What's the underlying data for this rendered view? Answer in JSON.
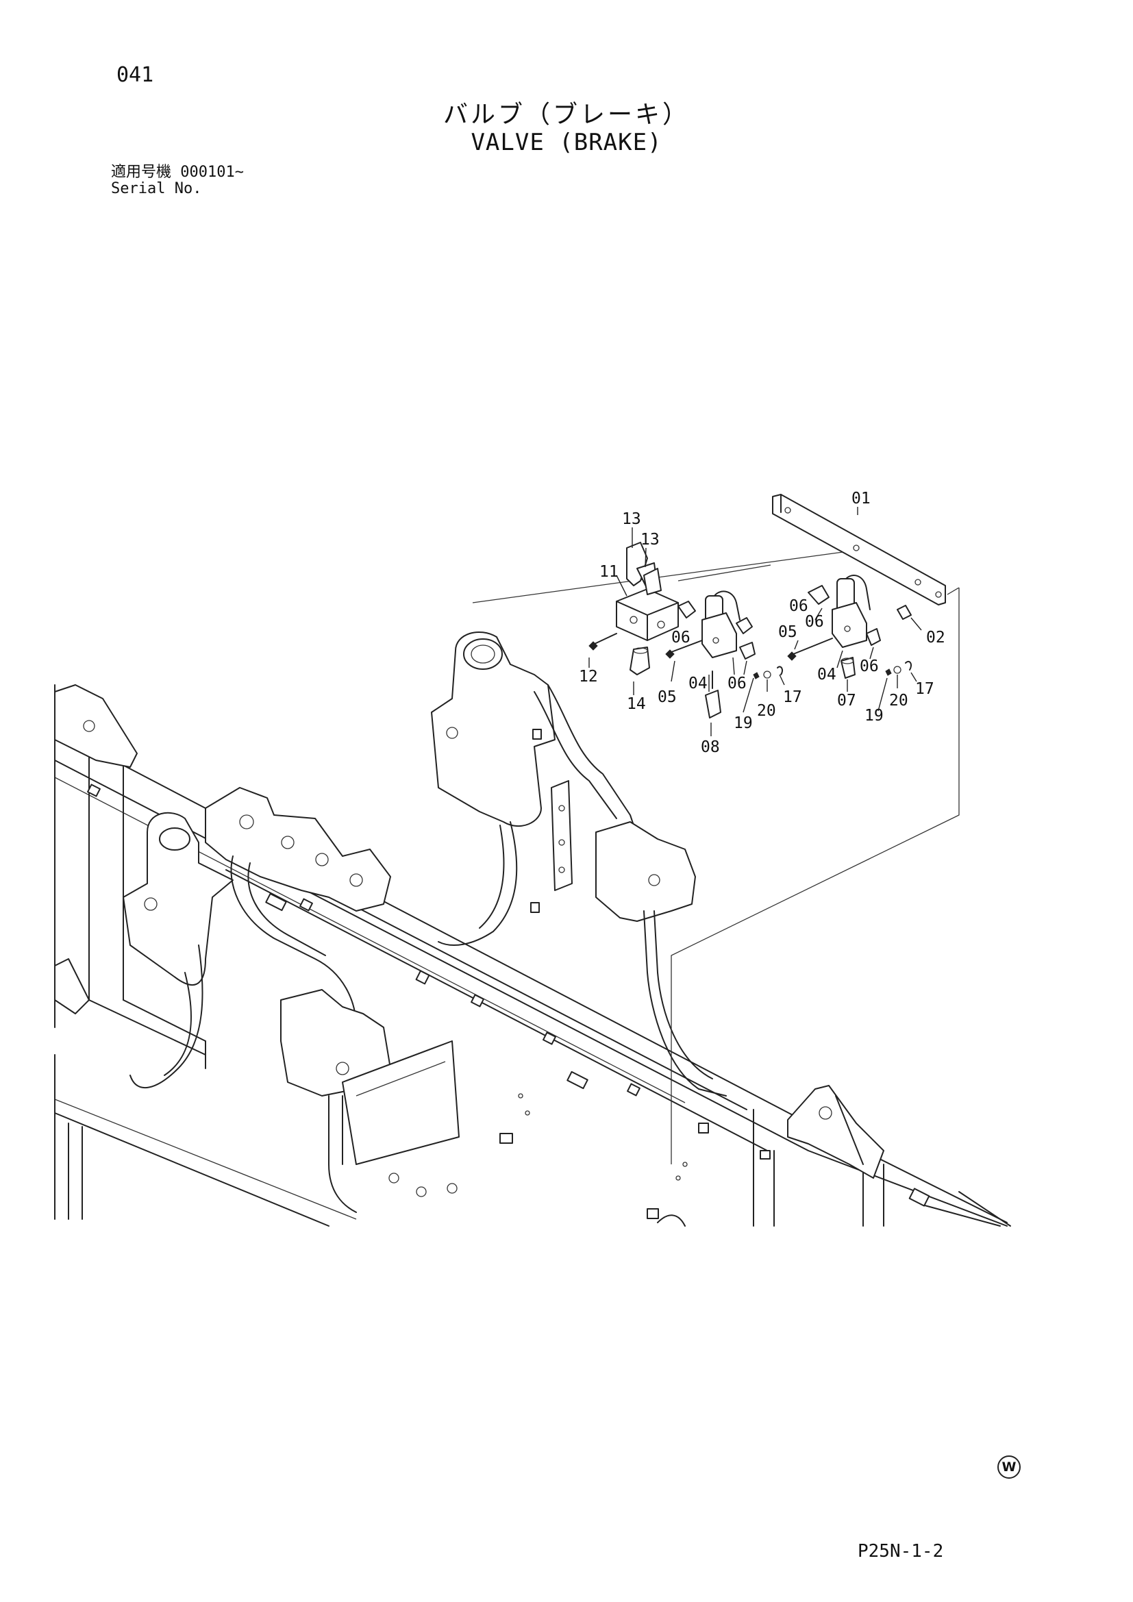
{
  "page": {
    "number": "041",
    "title_jp": "バルブ（ブレーキ）",
    "title_en": "VALVE (BRAKE)",
    "serial_label_jp": "適用号機",
    "serial_value": "000101~",
    "serial_label_en": "Serial No.",
    "corner_mark": "W",
    "page_code": "P25N-1-2"
  },
  "diagram": {
    "callouts": [
      "01",
      "02",
      "04",
      "04",
      "05",
      "05",
      "06",
      "06",
      "06",
      "06",
      "06",
      "07",
      "08",
      "11",
      "12",
      "13",
      "13",
      "14",
      "17",
      "17",
      "19",
      "19",
      "20",
      "20"
    ]
  }
}
